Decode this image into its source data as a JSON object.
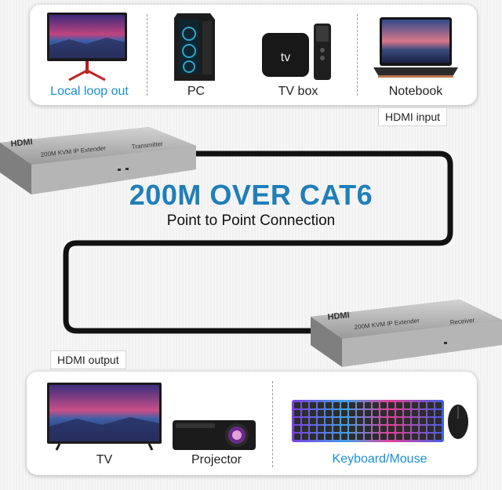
{
  "top": {
    "items": [
      {
        "label": "Local loop out",
        "icon": "monitor-icon"
      },
      {
        "label": "PC",
        "icon": "pc-tower-icon"
      },
      {
        "label": "TV box",
        "icon": "tv-box-icon"
      },
      {
        "label": "Notebook",
        "icon": "laptop-icon"
      }
    ],
    "tv_logo": "tv",
    "input_tag": "HDMI input"
  },
  "transmitter": {
    "brand": "HDMI",
    "model": "200M KVM IP Extender",
    "role": "Transmitter"
  },
  "receiver": {
    "brand": "HDMI",
    "model": "200M KVM IP Extender",
    "role": "Receiver"
  },
  "headline": "200M OVER CAT6",
  "subline": "Point to Point Connection",
  "bottom": {
    "output_tag": "HDMI output",
    "items": [
      {
        "label": "TV",
        "icon": "tv-icon"
      },
      {
        "label": "Projector",
        "icon": "projector-icon"
      },
      {
        "label": "Keyboard/Mouse",
        "icon": "keyboard-mouse-icon"
      }
    ]
  },
  "colors": {
    "accent_cyan": "#1a8fd0",
    "headline_blue": "#1f7fb8",
    "device_gray": "#a9a9a9",
    "cable": "#111111"
  }
}
